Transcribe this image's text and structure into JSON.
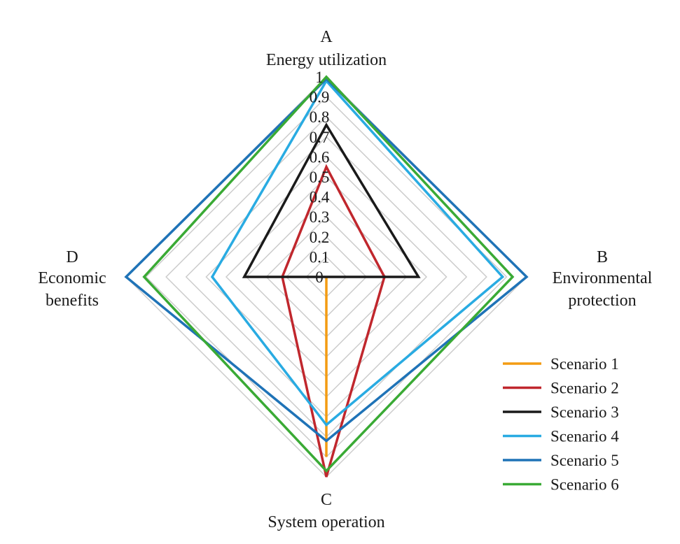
{
  "chart_data": {
    "type": "radar",
    "axes": [
      {
        "letter": "A",
        "lines": [
          "Energy utilization"
        ]
      },
      {
        "letter": "B",
        "lines": [
          "Environmental",
          "protection"
        ]
      },
      {
        "letter": "C",
        "lines": [
          "System operation"
        ]
      },
      {
        "letter": "D",
        "lines": [
          "Economic",
          "benefits"
        ]
      }
    ],
    "range": [
      0,
      1
    ],
    "ticks": [
      "0",
      "0.1",
      "0.2",
      "0.3",
      "0.4",
      "0.5",
      "0.6",
      "0.7",
      "0.8",
      "0.9",
      "1"
    ],
    "grid": true,
    "grid_color": "#cccccc",
    "legend_position": "bottom-right",
    "series": [
      {
        "name": "Scenario 1",
        "color": "#f39c12",
        "values": [
          0,
          0,
          0.9,
          0
        ]
      },
      {
        "name": "Scenario 2",
        "color": "#c0272d",
        "values": [
          0.55,
          0.29,
          1.0,
          0.22
        ]
      },
      {
        "name": "Scenario 3",
        "color": "#1a1a1a",
        "values": [
          0.76,
          0.46,
          0,
          0.41
        ]
      },
      {
        "name": "Scenario 4",
        "color": "#29abe2",
        "values": [
          0.98,
          0.88,
          0.74,
          0.57
        ]
      },
      {
        "name": "Scenario 5",
        "color": "#1f73b7",
        "values": [
          0.99,
          1.0,
          0.82,
          1.0
        ]
      },
      {
        "name": "Scenario 6",
        "color": "#3aaa35",
        "values": [
          1.0,
          0.93,
          0.97,
          0.91
        ]
      }
    ]
  }
}
